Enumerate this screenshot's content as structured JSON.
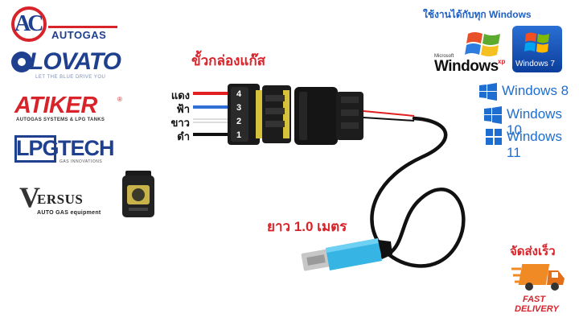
{
  "brands": {
    "ac_autogas": {
      "letters": "AC",
      "name": "AUTOGAS"
    },
    "lovato": {
      "name": "LOVATO",
      "tagline": "LET THE BLUE DRIVE YOU"
    },
    "atiker": {
      "name": "ATIKER",
      "tagline": "AUTOGAS SYSTEMS & LPG TANKS",
      "reg": "®"
    },
    "lpgtech": {
      "lpg": "LPG",
      "tech": "TECH",
      "tagline": "GAS INNOVATIONS"
    },
    "versus": {
      "name": "ERSUS",
      "initial": "V",
      "tagline": "AUTO GAS equipment"
    }
  },
  "connector": {
    "title": "ขั้วกล่องแก๊ส",
    "wires": [
      {
        "label": "แดง",
        "pin": "4",
        "color": "#e02020"
      },
      {
        "label": "ฟ้า",
        "pin": "3",
        "color": "#2f6fd6"
      },
      {
        "label": "ขาว",
        "pin": "2",
        "color": "#ffffff"
      },
      {
        "label": "ดำ",
        "pin": "1",
        "color": "#111111"
      }
    ]
  },
  "cable": {
    "length_label": "ยาว 1.0 เมตร",
    "usb_color": "#36b5e5"
  },
  "compatibility": {
    "title": "ใช้งานได้กับทุก Windows",
    "xp": {
      "ms": "Microsoft",
      "name": "Windows",
      "sup": "xp"
    },
    "win7": {
      "name": "Windows 7"
    },
    "modern": [
      "Windows 8",
      "Windows 10",
      "Windows 11"
    ]
  },
  "delivery": {
    "title": "จัดส่งเร็ว",
    "line1": "FAST",
    "line2": "DELIVERY"
  },
  "colors": {
    "accent_red": "#d8232a",
    "brand_blue": "#1f3f8f",
    "win_blue": "#1e6ed1"
  }
}
